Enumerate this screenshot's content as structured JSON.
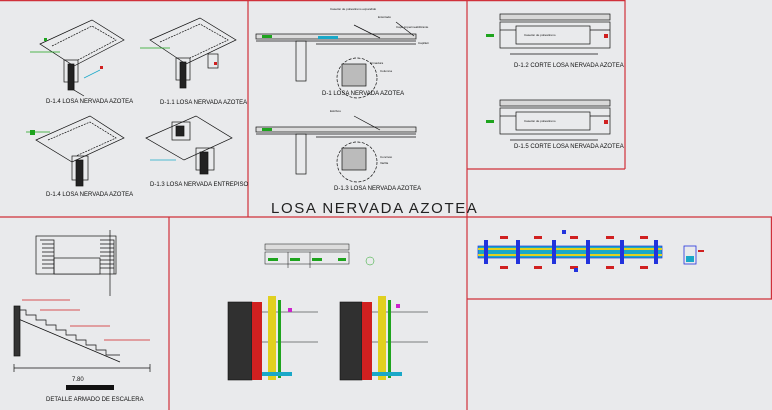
{
  "sheet": {
    "colors": {
      "frame": "#d0303a",
      "ink": "#111111",
      "green": "#1ea41e",
      "cyan": "#1aa8c8",
      "yellow": "#e0d020",
      "magenta": "#cc22cc",
      "blue": "#2233dd",
      "red": "#d02020",
      "dark": "#303030"
    }
  },
  "panels": {
    "iso": {
      "captions": [
        "D-1.4 LOSA NERVADA AZOTEA",
        "D-1.1 LOSA NERVADA AZOTEA",
        "D-1.4 LOSA NERVADA AZOTEA",
        "D-1.3 LOSA NERVADA ENTREPISO"
      ]
    },
    "section": {
      "caption_top": "D-1 LOSA NERVADA AZOTEA",
      "caption_bottom": "D-1.3 LOSA NERVADA AZOTEA",
      "title": "LOSA NERVADA AZOTEA",
      "notes": [
        "Casetón de poliestireno expandido",
        "Entortado",
        "Capa impermeabilizante",
        "Capilleti",
        "Columna",
        "Armadura",
        "Estribos",
        "Varilla",
        "Concreto"
      ]
    },
    "detail_right": {
      "caption_top": "D-1.2 CORTE LOSA NERVADA AZOTEA",
      "caption_bottom": "D-1.5 CORTE LOSA NERVADA AZOTEA",
      "box_label": "Casetón de poliestireno"
    },
    "stair": {
      "dimension": "7.80",
      "caption": "DETALLE ARMADO DE ESCALERA"
    }
  }
}
